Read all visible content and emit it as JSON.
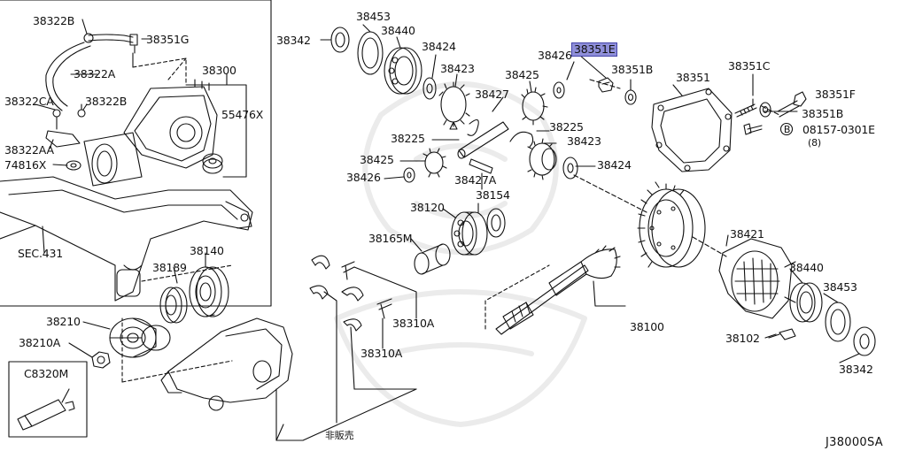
{
  "highlight_color": "#8f8fd9",
  "inset_frame_label": "",
  "callouts": {
    "c38322B": "38322B",
    "c38351G": "38351G",
    "c38322A": "38322A",
    "c38300": "38300",
    "c38322CA": "38322CA",
    "c38322B_2": "38322B",
    "c55476X": "55476X",
    "c38322AA": "38322AA",
    "c74816X": "74816X",
    "cSEC431": "SEC.431",
    "c38140": "38140",
    "c38189": "38189",
    "c38210": "38210",
    "c38210A": "38210A",
    "cC8320M": "C8320M",
    "c38453_top": "38453",
    "c38342_top": "38342",
    "c38440_top": "38440",
    "c38424_top": "38424",
    "c38423_top": "38423",
    "c38426_top": "38426",
    "c38351E": "38351E",
    "c38351B_top": "38351B",
    "c38425_top": "38425",
    "c38427": "38427",
    "c38351": "38351",
    "c38351C": "38351C",
    "c38351F": "38351F",
    "c38351B_2": "38351B",
    "c08157": "08157-0301E",
    "c08157_qty": "(8)",
    "cB": "B",
    "c38225_left": "38225",
    "c38225_right": "38225",
    "c38423_mid": "38423",
    "c38425_mid": "38425",
    "c38424_mid": "38424",
    "c38426_mid": "38426",
    "c38427A": "38427A",
    "c38154": "38154",
    "c38120": "38120",
    "c38165M": "38165M",
    "c38421": "38421",
    "c38440_right": "38440",
    "c38453_right": "38453",
    "c38310A_1": "38310A",
    "c38310A_2": "38310A",
    "c38100": "38100",
    "c38102": "38102",
    "c38342_right": "38342",
    "c_not_for_sale": "非販売",
    "c_diagram_code": "J38000SA"
  }
}
